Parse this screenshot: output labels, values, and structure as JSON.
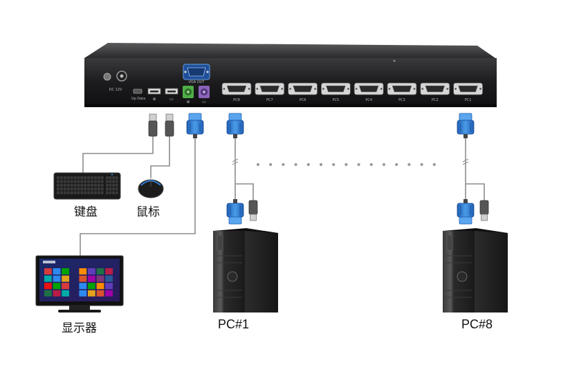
{
  "diagram": {
    "kvm_switch": {
      "ports": {
        "power": "DC 12V",
        "upgrade": "Up Data",
        "vga_out": "VGA OUT",
        "pc_ports": [
          "PC8",
          "PC7",
          "PC6",
          "PC5",
          "PC4",
          "PC3",
          "PC2",
          "PC1"
        ]
      }
    },
    "devices": {
      "keyboard": "键盘",
      "mouse": "鼠标",
      "monitor": "显示器",
      "pc_first": "PC#1",
      "pc_last": "PC#8"
    },
    "colors": {
      "chassis": "#1c1c1e",
      "vga_blue": "#2f7fd6",
      "ps2_green": "#4fae47",
      "ps2_purple": "#8a63b8",
      "cable": "#8c8c8c",
      "dots": "#9a9a9a"
    }
  }
}
